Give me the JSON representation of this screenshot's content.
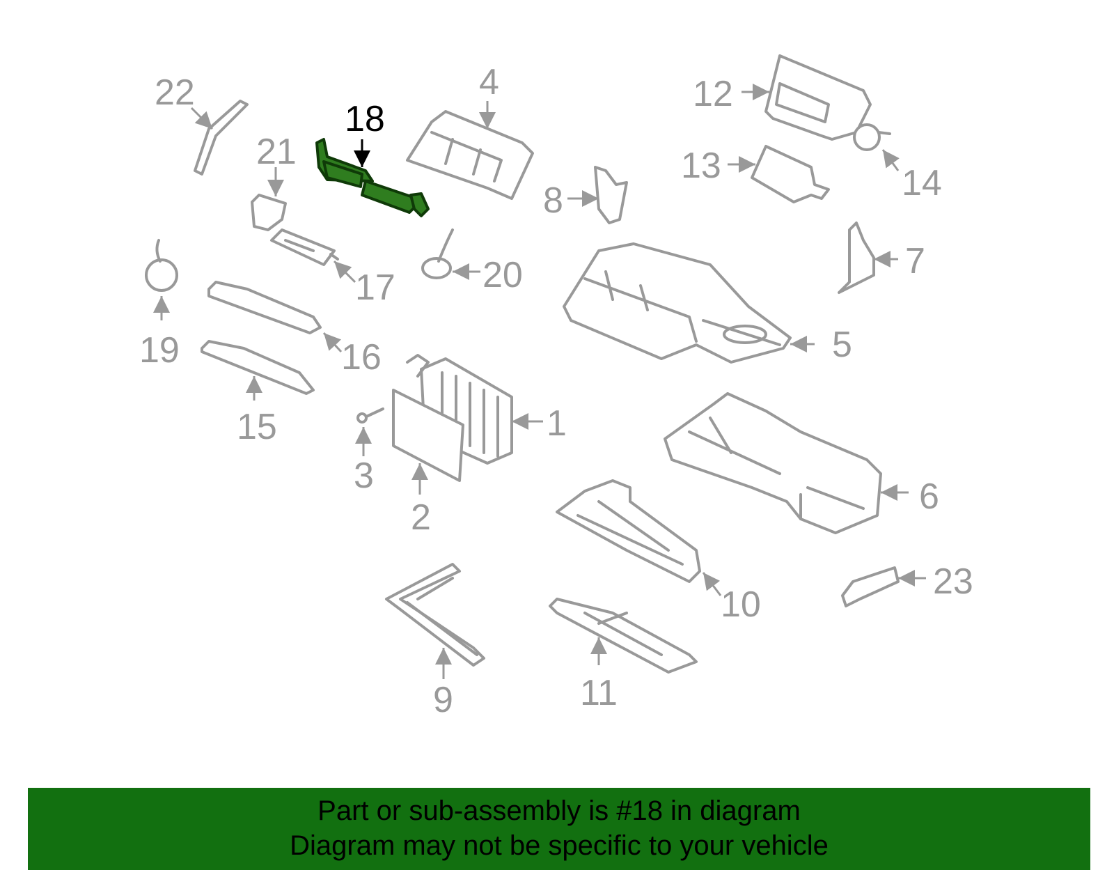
{
  "diagram": {
    "highlight_color": "#2f7d1f",
    "callout_color": "#999999",
    "highlight_label_color": "#000000",
    "callouts": {
      "c1": "1",
      "c2": "2",
      "c3": "3",
      "c4": "4",
      "c5": "5",
      "c6": "6",
      "c7": "7",
      "c8": "8",
      "c9": "9",
      "c10": "10",
      "c11": "11",
      "c12": "12",
      "c13": "13",
      "c14": "14",
      "c15": "15",
      "c16": "16",
      "c17": "17",
      "c18": "18",
      "c19": "19",
      "c20": "20",
      "c21": "21",
      "c22": "22",
      "c23": "23"
    }
  },
  "banner": {
    "background": "#127010",
    "line1": "Part or sub-assembly is #18 in diagram",
    "line2": "Diagram may not be specific to your vehicle"
  }
}
